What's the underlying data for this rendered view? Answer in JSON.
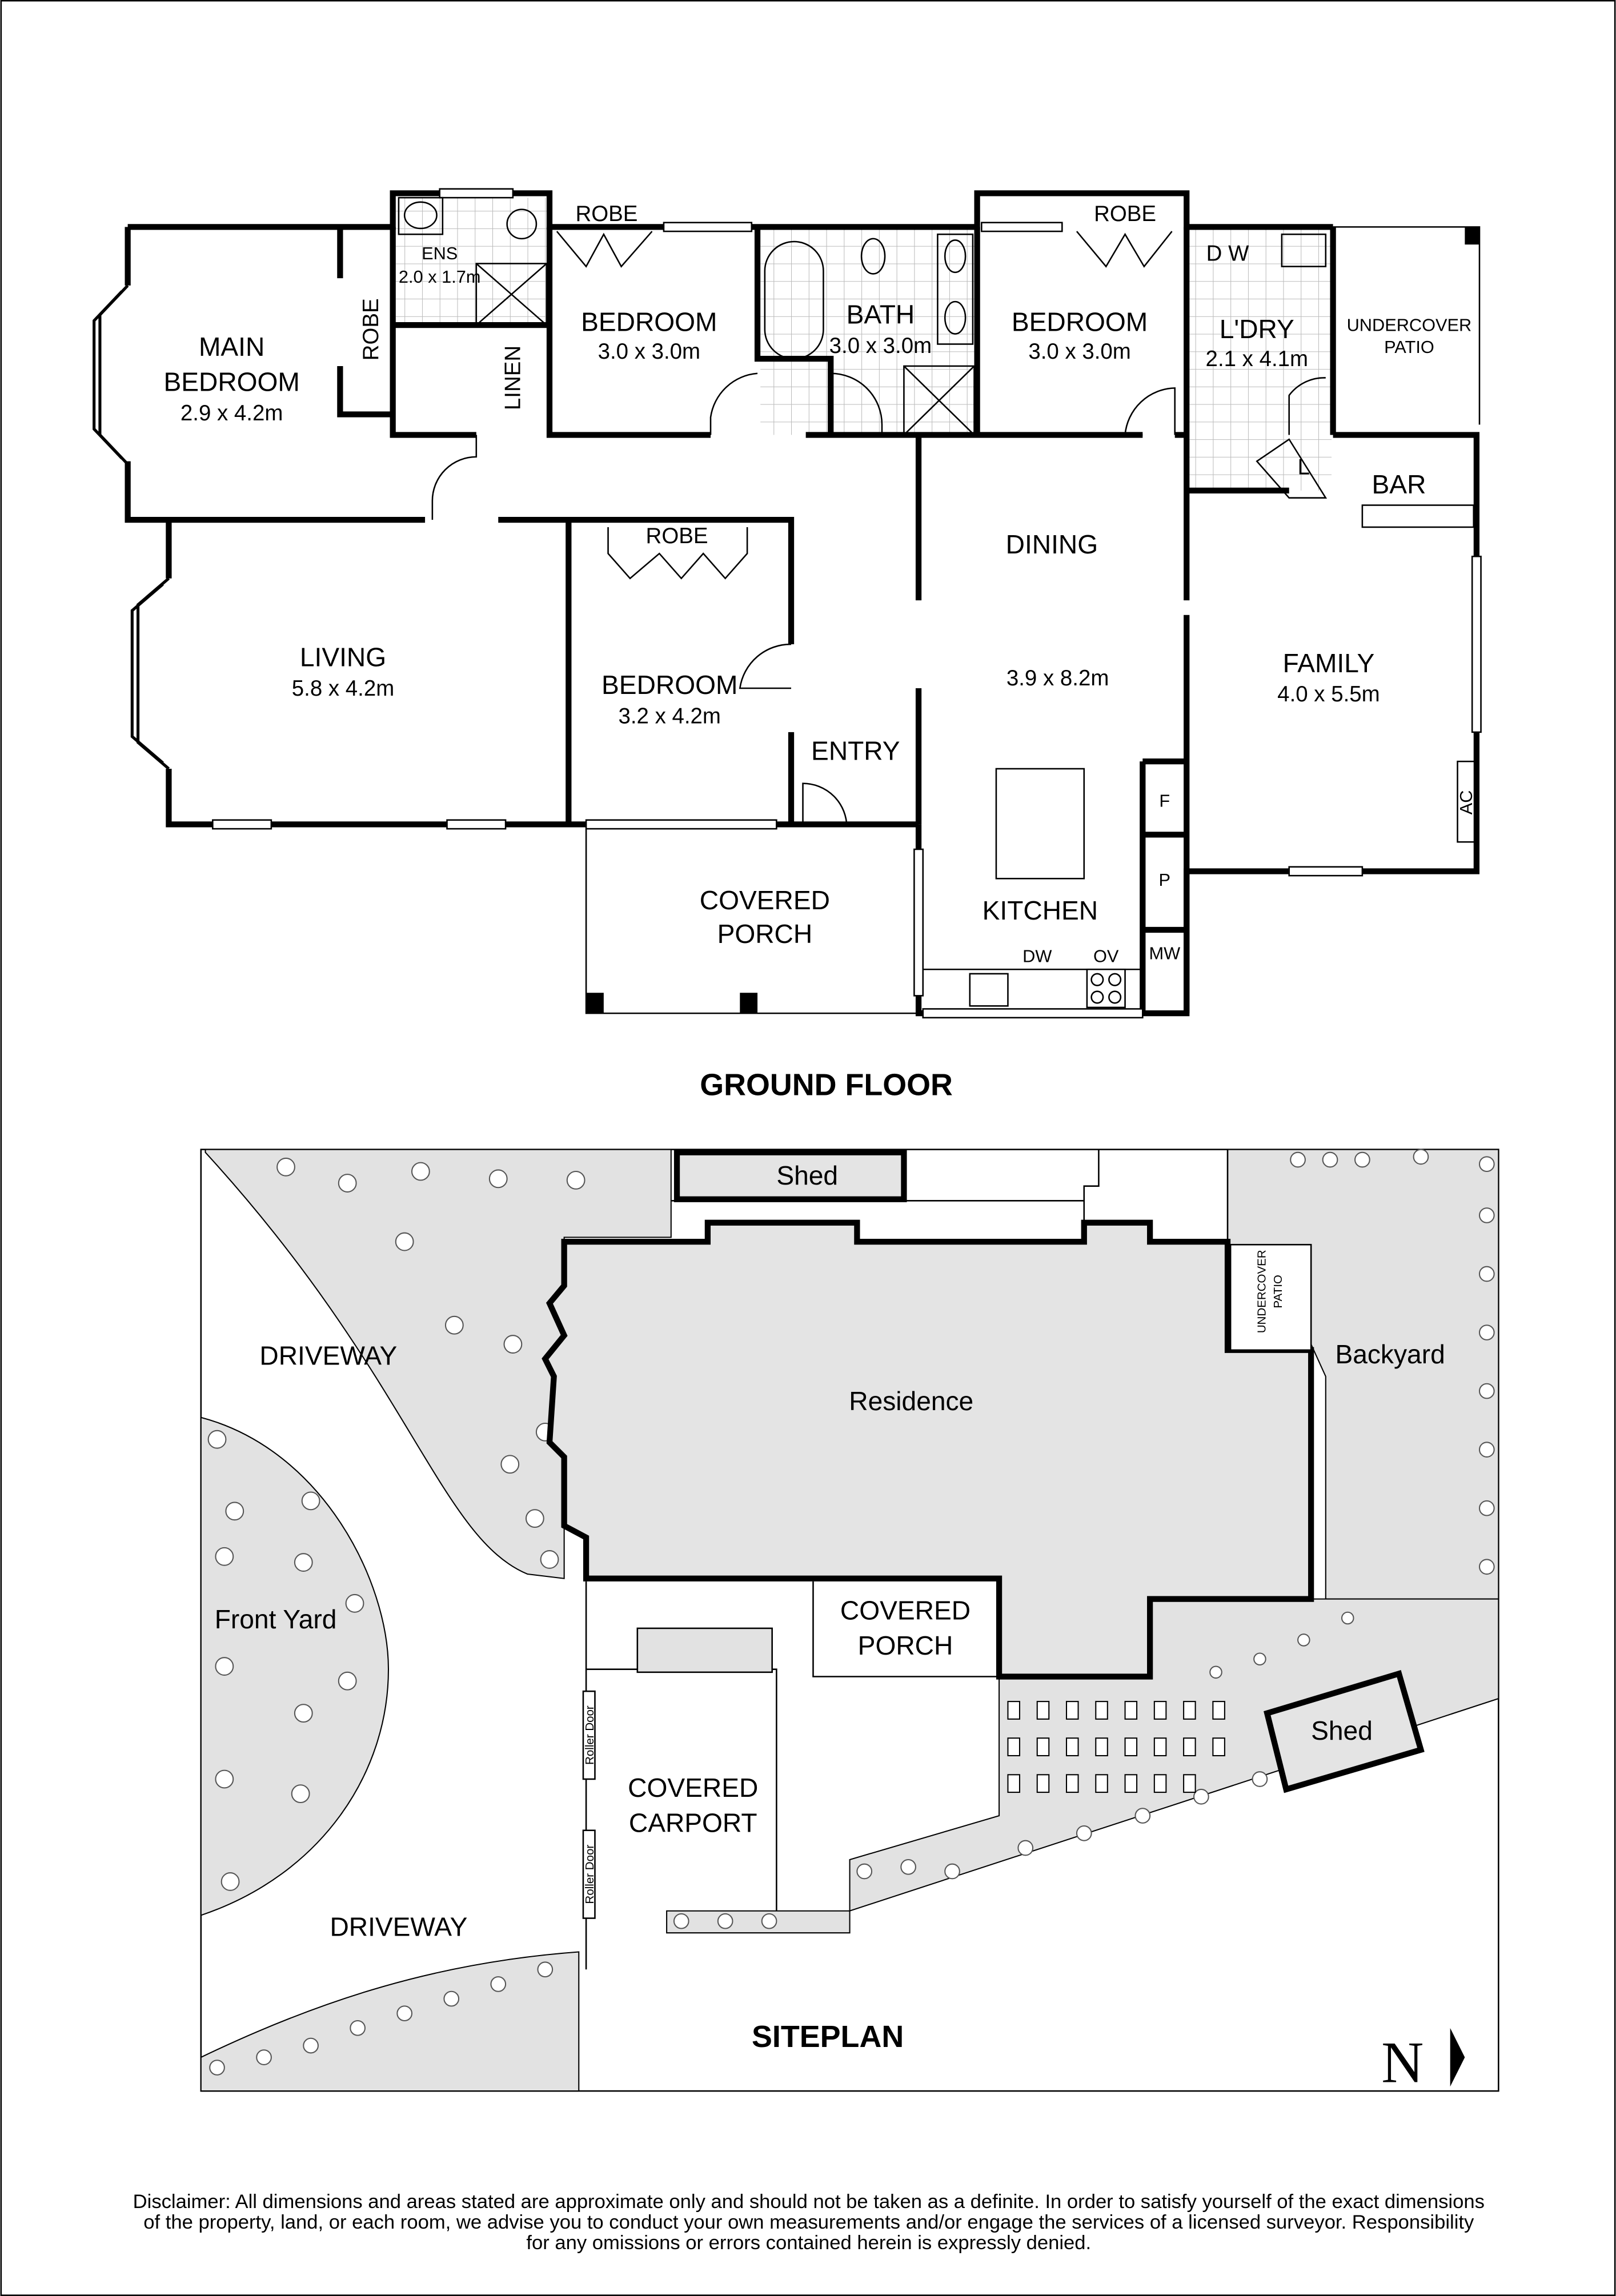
{
  "ground_floor": {
    "title": "GROUND FLOOR",
    "rooms": {
      "main_bedroom": {
        "name_line1": "MAIN",
        "name_line2": "BEDROOM",
        "dims": "2.9 x 4.2m"
      },
      "main_robe": {
        "name": "ROBE"
      },
      "ensuite": {
        "name": "ENS",
        "dims": "2.0 x 1.7m"
      },
      "linen": {
        "name": "LINEN"
      },
      "bedroom_2": {
        "name": "BEDROOM",
        "dims": "3.0 x 3.0m",
        "robe": "ROBE"
      },
      "bath": {
        "name": "BATH",
        "dims": "3.0 x 3.0m"
      },
      "bedroom_3": {
        "name": "BEDROOM",
        "dims": "3.0 x 3.0m",
        "robe": "ROBE"
      },
      "laundry": {
        "name": "L'DRY",
        "dims": "2.1 x 4.1m",
        "appliances": "D  W",
        "linen_cupboard": "L"
      },
      "undercover_patio": {
        "name_line1": "UNDERCOVER",
        "name_line2": "PATIO"
      },
      "bar": {
        "name": "BAR"
      },
      "dining": {
        "name": "DINING",
        "dims": "3.9 x 8.2m"
      },
      "family": {
        "name": "FAMILY",
        "dims": "4.0 x 5.5m",
        "ac": "AC"
      },
      "living": {
        "name": "LIVING",
        "dims": "5.8 x 4.2m"
      },
      "bedroom_4": {
        "name": "BEDROOM",
        "dims": "3.2 x 4.2m",
        "robe": "ROBE"
      },
      "entry": {
        "name": "ENTRY"
      },
      "covered_porch": {
        "name_line1": "COVERED",
        "name_line2": "PORCH"
      },
      "kitchen": {
        "name": "KITCHEN",
        "fridge": "F",
        "pantry": "P",
        "dishwasher": "DW",
        "oven": "OV",
        "microwave": "MW"
      }
    }
  },
  "siteplan": {
    "title": "SITEPLAN",
    "labels": {
      "shed_top": "Shed",
      "shed_right": "Shed",
      "driveway_top": "DRIVEWAY",
      "driveway_bottom": "DRIVEWAY",
      "front_yard": "Front Yard",
      "residence": "Residence",
      "backyard": "Backyard",
      "undercover_patio_1": "UNDERCOVER",
      "undercover_patio_2": "PATIO",
      "covered_porch_1": "COVERED",
      "covered_porch_2": "PORCH",
      "covered_carport_1": "COVERED",
      "covered_carport_2": "CARPORT",
      "roller_door_1": "Roller Door",
      "roller_door_2": "Roller Door"
    },
    "north_arrow": "N",
    "colors": {
      "paving": "#e6e6e6",
      "lawn": "#d9d9d9",
      "building": "#e4e4e4"
    }
  },
  "disclaimer": {
    "line1": "Disclaimer: All dimensions and areas stated are approximate only and should not be taken as a definite. In order to satisfy yourself of the exact dimensions",
    "line2": "of the property, land, or each room, we advise you to conduct your own measurements and/or engage the services of a licensed surveyor. Responsibility",
    "line3": "for any omissions or errors contained herein is expressly denied."
  }
}
